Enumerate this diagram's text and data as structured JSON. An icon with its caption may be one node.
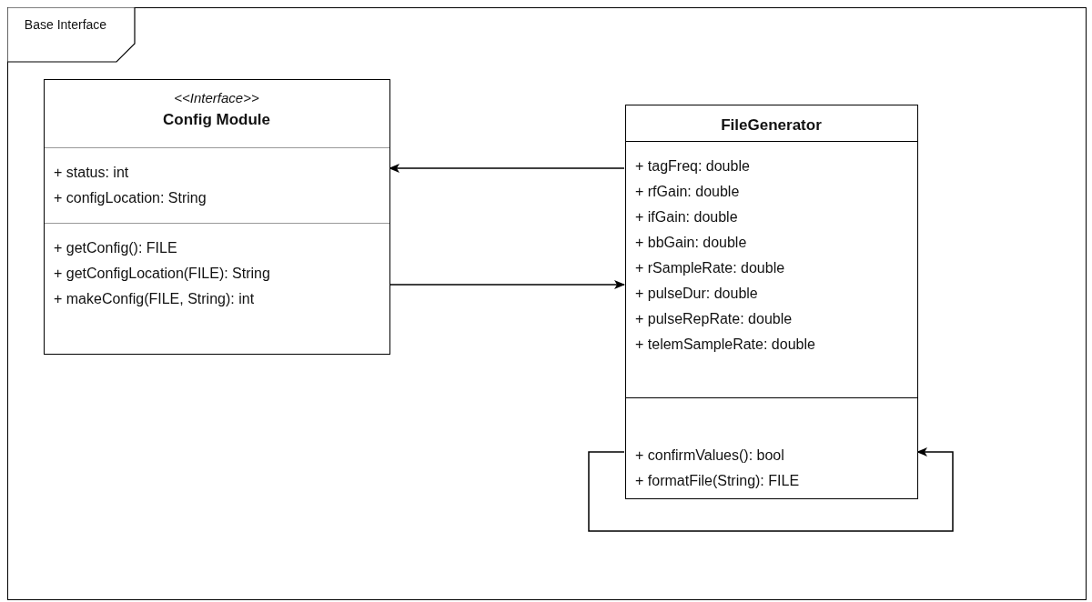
{
  "diagram": {
    "nodes": [
      {
        "text": [
          "Base Interface"
        ]
      },
      {
        "text": [
          "<<Interface>>",
          "Config Module",
          "+ status: int",
          "+ configLocation: String",
          "+ getConfig(): FILE",
          "+ getConfigLocation(FILE): String",
          "+ makeConfig(FILE, String): int"
        ],
        "in": 0
      },
      {
        "text": [
          "FileGenerator",
          "+ tagFreq: double",
          "+ rfGain: double",
          "+ ifGain: double",
          "+ bbGain: double",
          "+ rSampleRate: double",
          "+ pulseDur: double",
          "+ pulseRepRate: double",
          "+ telemSampleRate: double",
          "+ confirmValues(): bool",
          "+ formatFile(String): FILE"
        ],
        "in": 0
      }
    ],
    "edges": [
      {
        "from": 2,
        "to": 1,
        "arrow": "to"
      },
      {
        "from": 1,
        "to": 2,
        "arrow": "to"
      },
      {
        "from": 2,
        "to": 2,
        "arrow": "to"
      }
    ]
  }
}
